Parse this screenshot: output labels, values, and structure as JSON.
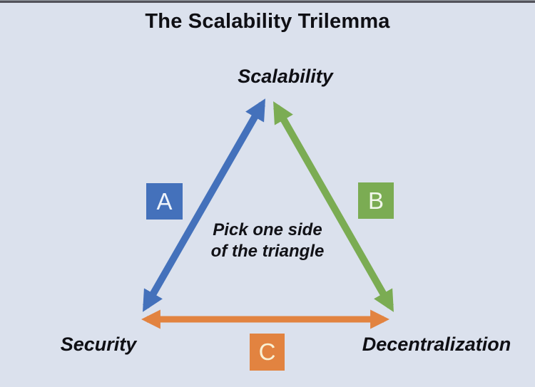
{
  "title": "The Scalability Trilemma",
  "vertices": {
    "top": "Scalability",
    "bottom_left": "Security",
    "bottom_right": "Decentralization"
  },
  "center_note": {
    "line1": "Pick one side",
    "line2": "of the triangle"
  },
  "edges": [
    {
      "label": "A",
      "color": "#4471bb",
      "label_color": "#eef3fa",
      "connects": "Security ↔ Scalability"
    },
    {
      "label": "B",
      "color": "#7bac53",
      "label_color": "#f2f7ec",
      "connects": "Scalability ↔ Decentralization"
    },
    {
      "label": "C",
      "color": "#e28340",
      "label_color": "#f9f1d4",
      "connects": "Security ↔ Decentralization"
    }
  ],
  "colors": {
    "background": "#dbe1ed",
    "top_border": "#53535b",
    "text": "#0f0f14"
  }
}
